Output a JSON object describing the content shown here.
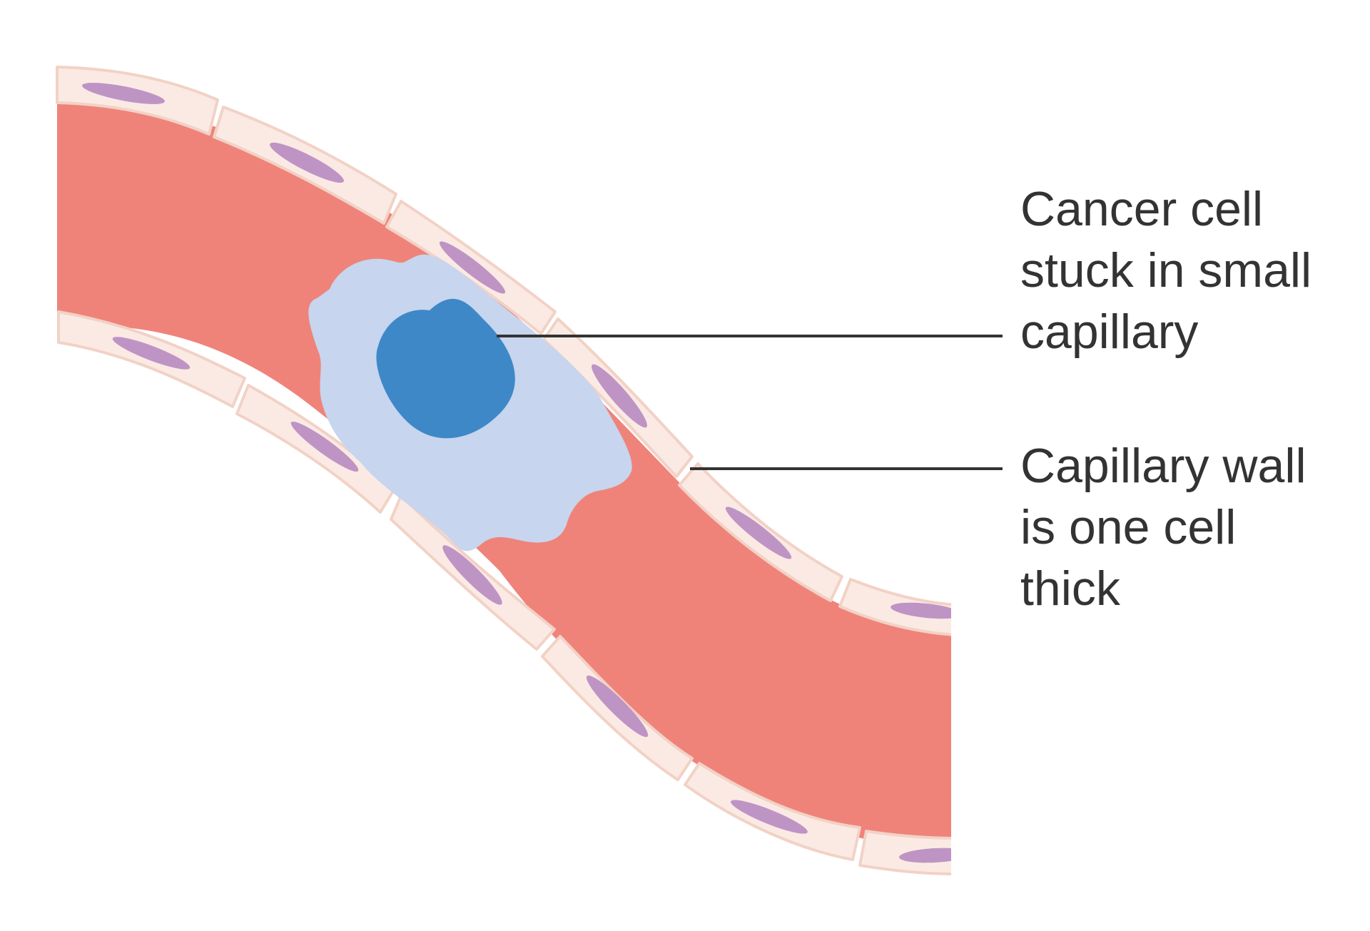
{
  "labels": {
    "cancer_cell": {
      "lines": [
        "Cancer cell",
        "stuck in small",
        "capillary"
      ]
    },
    "capillary_wall": {
      "lines": [
        "Capillary wall",
        "is one cell",
        "thick"
      ]
    }
  },
  "colors": {
    "blood": "#EF837A",
    "wall_cell_fill": "#FBEAE4",
    "wall_cell_stroke": "#F2D2C6",
    "endothelial_nucleus": "#BE94C5",
    "cancer_cell_body": "#C7D5EE",
    "cancer_cell_nucleus": "#3E88C8",
    "leader_line": "#333333",
    "text": "#333333"
  }
}
